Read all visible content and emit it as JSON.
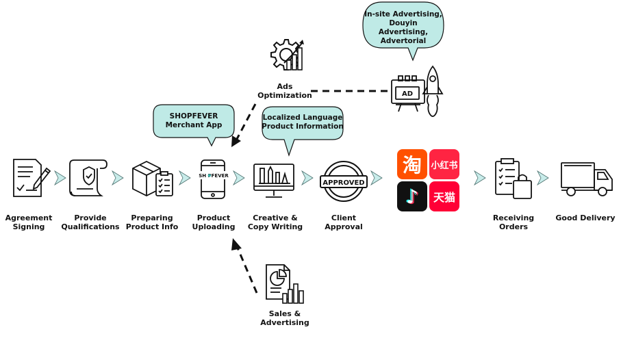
{
  "steps": [
    {
      "label": "Agreement\nSigning",
      "icon": "contract-signing-icon"
    },
    {
      "label": "Provide\nQualifications",
      "icon": "certificate-scroll-icon"
    },
    {
      "label": "Preparing\nProduct Info",
      "icon": "box-checklist-icon"
    },
    {
      "label": "Product\nUploading",
      "icon": "smartphone-app-icon"
    },
    {
      "label": "Creative &\nCopy Writing",
      "icon": "design-monitor-icon"
    },
    {
      "label": "Client\nApproval",
      "icon": "approved-stamp-icon"
    },
    {
      "label": "Receiving\nOrders",
      "icon": "order-list-bag-icon"
    },
    {
      "label": "Good Delivery",
      "icon": "delivery-truck-icon"
    }
  ],
  "phone_brand": "SH PFEVER",
  "stamp_text": "APPROVED",
  "ad_board_text": "AD",
  "bubbles": {
    "merchant_app": "SHOPFEVER\nMerchant App",
    "localized": "Localized Language\nProduct Information",
    "advertising": "In-site Advertising,\nDouyin\nAdvertising,\nAdvertorial"
  },
  "branches": {
    "ads_optimization": "Ads\nOptimization",
    "sales_advertising": "Sales &\nAdvertising"
  },
  "platforms": [
    {
      "name": "taobao",
      "glyph": "淘",
      "color": "#ff5000"
    },
    {
      "name": "xiaohongshu",
      "glyph": "小红书",
      "color": "#ff2442"
    },
    {
      "name": "douyin",
      "glyph": "♪",
      "color": "#111111"
    },
    {
      "name": "tmall",
      "glyph": "天猫",
      "color": "#ff0036"
    }
  ],
  "colors": {
    "bubble_fill": "#bfeae6",
    "chevron_fill": "#c8ecea",
    "line": "#111111"
  }
}
